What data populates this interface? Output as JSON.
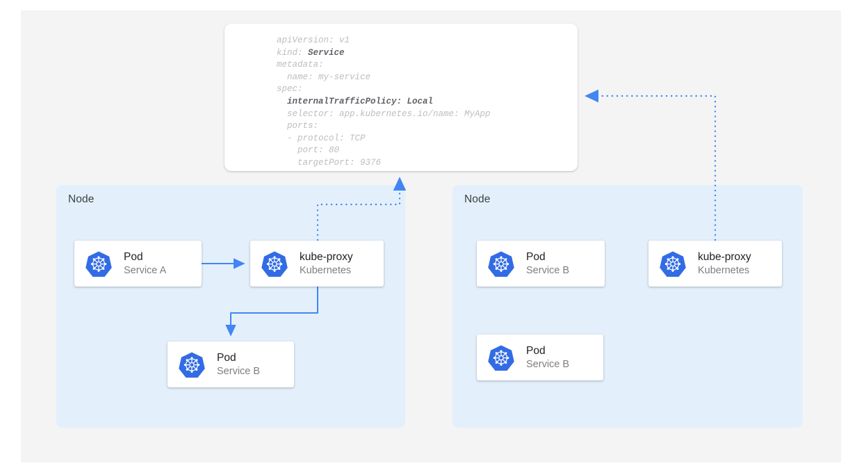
{
  "diagram": {
    "title": "Kubernetes Service internalTrafficPolicy Local",
    "colors": {
      "page_background": "#ffffff",
      "canvas_background": "#f4f4f4",
      "node_background": "#e3f0fc",
      "card_background": "#ffffff",
      "accent_blue": "#4285f4",
      "k8s_blue": "#326ce5",
      "title_text": "#202124",
      "subtitle_text": "#7b7f83",
      "code_text": "#bdbdbd",
      "code_highlight_text": "#5f6368"
    }
  },
  "yaml_card": {
    "name": "service-manifest",
    "lines": [
      {
        "text": "apiVersion: v1",
        "highlight": false
      },
      {
        "text": "kind: ",
        "highlight": false,
        "bold_tail": "Service"
      },
      {
        "text": "metadata:",
        "highlight": false
      },
      {
        "text": "  name: my-service",
        "highlight": false
      },
      {
        "text": "spec:",
        "highlight": false
      },
      {
        "text": "  internalTrafficPolicy: Local",
        "highlight": true
      },
      {
        "text": "  selector: app.kubernetes.io/name: MyApp",
        "highlight": false
      },
      {
        "text": "  ports:",
        "highlight": false
      },
      {
        "text": "  - protocol: TCP",
        "highlight": false
      },
      {
        "text": "    port: 80",
        "highlight": false
      },
      {
        "text": "    targetPort: 9376",
        "highlight": false
      }
    ],
    "plain_text": "apiVersion: v1\nkind: Service\nmetadata:\n  name: my-service\nspec:\n  internalTrafficPolicy: Local\n  selector: app.kubernetes.io/name: MyApp\n  ports:\n  - protocol: TCP\n    port: 80\n    targetPort: 9376"
  },
  "nodes": [
    {
      "id": "node-left",
      "label": "Node"
    },
    {
      "id": "node-right",
      "label": "Node"
    }
  ],
  "cards": {
    "pod_a": {
      "title": "Pod",
      "subtitle": "Service A",
      "icon": "kubernetes-icon"
    },
    "kubeproxy_left": {
      "title": "kube-proxy",
      "subtitle": "Kubernetes",
      "icon": "kubernetes-icon"
    },
    "pod_b_left": {
      "title": "Pod",
      "subtitle": "Service B",
      "icon": "kubernetes-icon"
    },
    "pod_b_right_top": {
      "title": "Pod",
      "subtitle": "Service B",
      "icon": "kubernetes-icon"
    },
    "kubeproxy_right": {
      "title": "kube-proxy",
      "subtitle": "Kubernetes",
      "icon": "kubernetes-icon"
    },
    "pod_b_right_bot": {
      "title": "Pod",
      "subtitle": "Service B",
      "icon": "kubernetes-icon"
    }
  },
  "connectors": [
    {
      "name": "pod-a-to-kubeproxy-left",
      "style": "solid",
      "arrow": "end"
    },
    {
      "name": "kubeproxy-left-to-pod-b-left",
      "style": "solid",
      "arrow": "end"
    },
    {
      "name": "kubeproxy-left-to-manifest",
      "style": "dotted",
      "arrow": "end"
    },
    {
      "name": "kubeproxy-right-to-manifest",
      "style": "dotted",
      "arrow": "end"
    }
  ]
}
